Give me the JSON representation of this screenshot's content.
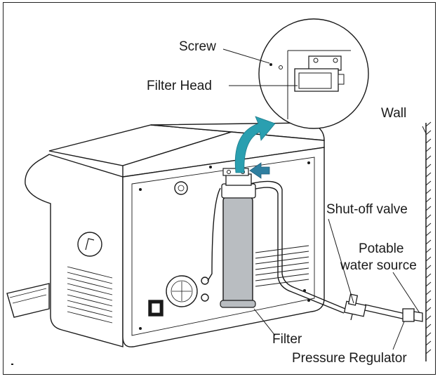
{
  "labels": {
    "screw": "Screw",
    "filter_head": "Filter Head",
    "wall": "Wall",
    "shutoff_valve": "Shut-off valve",
    "potable_line1": "Potable",
    "potable_line2": "water source",
    "filter": "Filter",
    "pressure_regulator": "Pressure Regulator"
  },
  "colors": {
    "accent_arrow": "#2a9fb0",
    "filter_body": "#b9bdc1",
    "line": "#1a1a1a",
    "accent_arrow_dark": "#2f7fa0"
  },
  "icons": {
    "curved_arrow": "curved-arrow-icon",
    "push_arrow": "push-arrow-icon"
  }
}
